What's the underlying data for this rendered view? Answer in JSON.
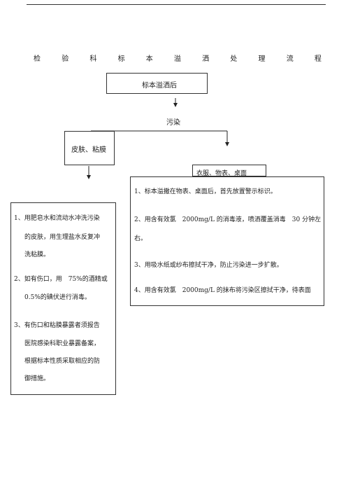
{
  "title_chars": [
    "检",
    "验",
    "科",
    "标",
    "本",
    "溢",
    "洒",
    "处",
    "理",
    "流",
    "程"
  ],
  "boxes": {
    "start": "标本溢洒后",
    "contamination": "污染",
    "skin": "皮肤、粘膜",
    "surfaces_header": "衣服、物表、桌面"
  },
  "skin_steps": {
    "s1_l1": "1、用肥皂水和流动水冲洗污染",
    "s1_l2": "的皮肤，用生理盐水反复冲",
    "s1_l3": "洗粘膜。",
    "s2_l1": "2、如有伤口，用　75%的酒精或",
    "s2_l2": "0.5%的碘伏进行消毒。",
    "s3_l1": "3、有伤口和粘膜暴露者须报告",
    "s3_l2": "医院感染科职业暴露备案，",
    "s3_l3": "根据标本性质采取相应的防",
    "s3_l4": "御措施。"
  },
  "surface_steps": {
    "s1": "1、标本溢撒在物表、桌面后，首先放置警示标识。",
    "s2_l1": "2、用含有效氯　2000mg/L 的消毒液，喷洒覆盖消毒　30 分钟左",
    "s2_l2": "右。",
    "s3": "3、用吸水纸或纱布擦拭干净，防止污染进一步扩散。",
    "s4": "4、用含有效氯　2000mg/L 的抹布将污染区擦拭干净，待表面"
  }
}
